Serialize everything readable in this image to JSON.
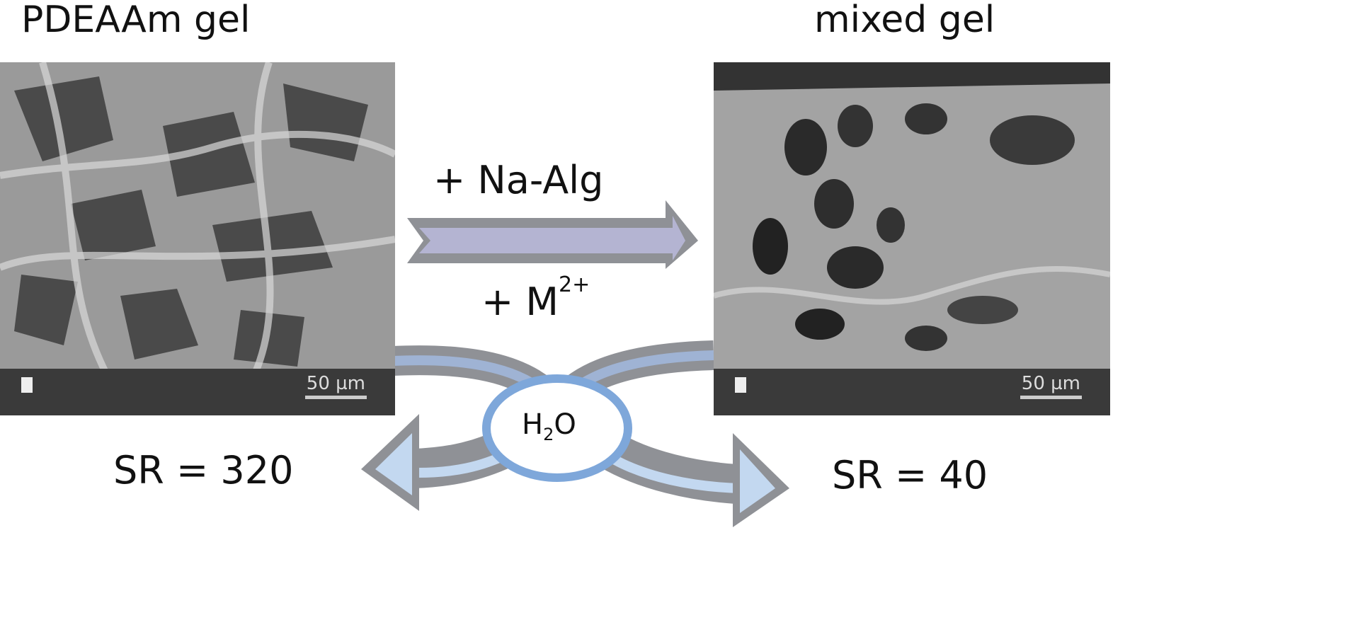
{
  "left_panel": {
    "title": "PDEAAm gel",
    "scale_bar": "50 µm",
    "swelling_ratio": "SR = 320"
  },
  "right_panel": {
    "title": "mixed gel",
    "scale_bar": "50 µm",
    "swelling_ratio": "SR = 40"
  },
  "reaction": {
    "reagent_1": "+ Na-Alg",
    "reagent_2_base": "+ M",
    "reagent_2_charge": "2+"
  },
  "center": {
    "molecule_base": "H",
    "molecule_sub": "2",
    "molecule_end": "O"
  },
  "colors": {
    "arrow_outline": "#8f9196",
    "arrow_fill_purple": "#b4b4d2",
    "arrow_fill_blue": "#c3d8f0",
    "ring": "#7ea7da"
  }
}
